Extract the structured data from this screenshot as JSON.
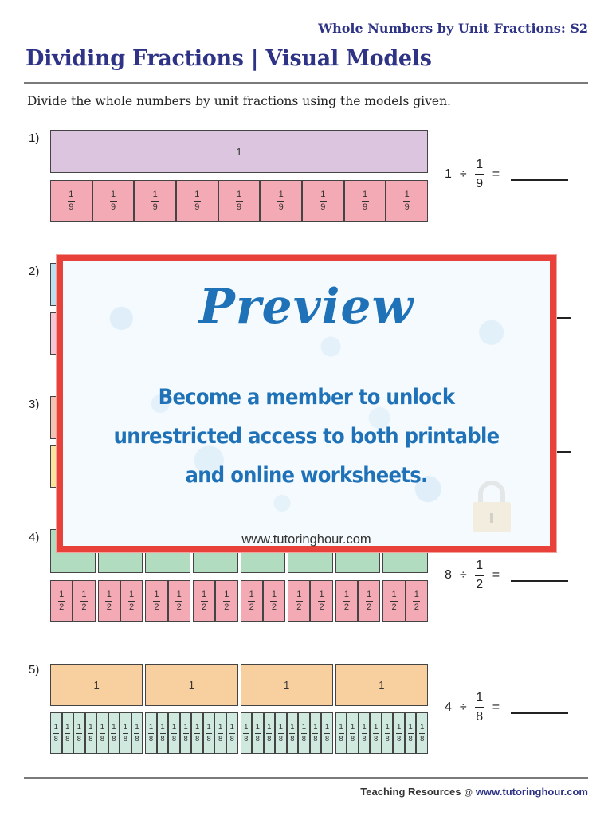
{
  "header": {
    "subtitle": "Whole Numbers by Unit Fractions: S2",
    "title": "Dividing Fractions | Visual Models",
    "instructions": "Divide the whole numbers by unit fractions using the models given."
  },
  "problems": [
    {
      "number": "1)",
      "whole": "1",
      "whole_label": "1",
      "fraction_numerator": "1",
      "fraction_denominator": "9",
      "whole_color": "#dcc5df",
      "part_color": "#f4aab4",
      "equation": {
        "dividend": "1",
        "divide_symbol": "÷",
        "numerator": "1",
        "denominator": "9",
        "equals": "="
      }
    },
    {
      "number": "2)",
      "whole_color": "#bde0ef",
      "part_color": "#f7c6d6"
    },
    {
      "number": "3)",
      "whole_color": "#f4c3b4",
      "part_color": "#fbe3a2"
    },
    {
      "number": "4)",
      "whole": "8",
      "whole_label": "1",
      "fraction_numerator": "1",
      "fraction_denominator": "2",
      "whole_color": "#b2dcbf",
      "part_color": "#f4aab4",
      "equation": {
        "dividend": "8",
        "divide_symbol": "÷",
        "numerator": "1",
        "denominator": "2",
        "equals": "="
      }
    },
    {
      "number": "5)",
      "whole": "4",
      "whole_label": "1",
      "fraction_numerator": "1",
      "fraction_denominator": "8",
      "whole_color": "#f8cf9e",
      "part_color": "#cfe9df",
      "equation": {
        "dividend": "4",
        "divide_symbol": "÷",
        "numerator": "1",
        "denominator": "8",
        "equals": "="
      }
    }
  ],
  "overlay": {
    "title": "Preview",
    "message_line1": "Become a member to unlock",
    "message_line2": "unrestricted access to both printable",
    "message_line3": "and online worksheets.",
    "url": "www.tutoringhour.com",
    "icon": "lock-icon",
    "border_color": "#e8413a",
    "text_color": "#1f72b8"
  },
  "footer": {
    "label": "Teaching Resources",
    "at": "@",
    "link": "www.tutoringhour.com"
  }
}
